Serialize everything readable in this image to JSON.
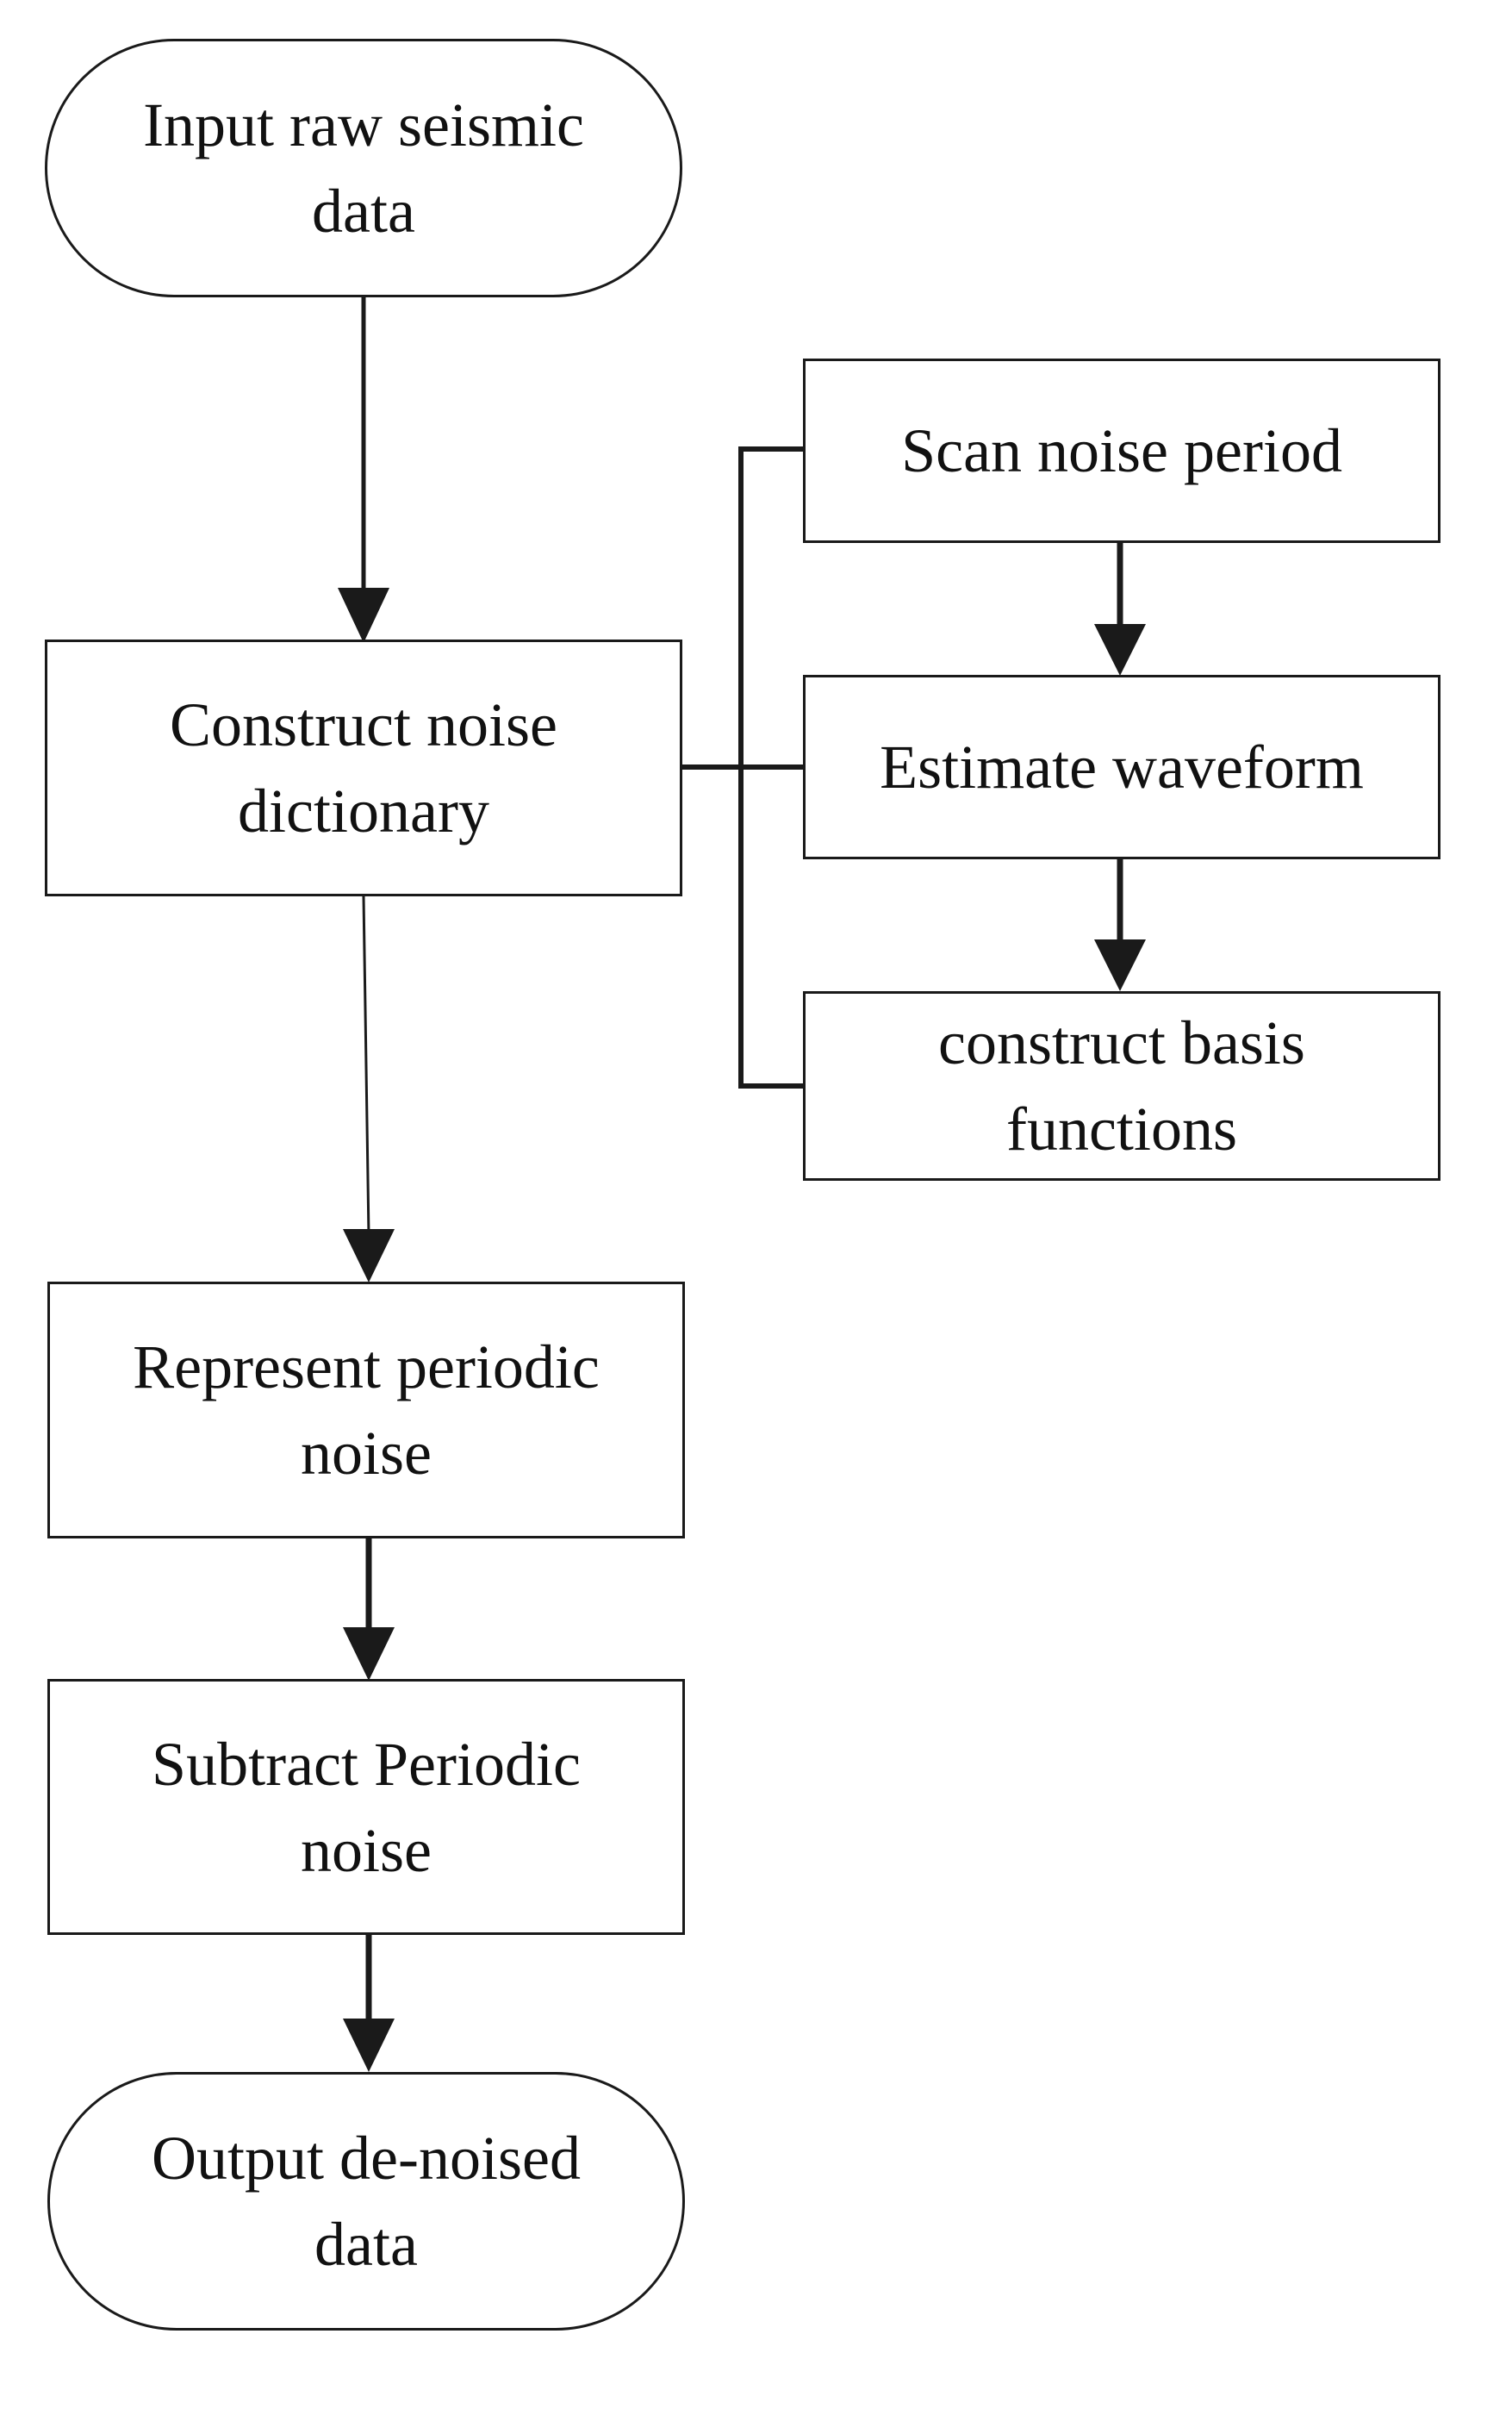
{
  "nodes": {
    "input": {
      "text": "Input raw seismic\ndata"
    },
    "construct_dictionary": {
      "text": "Construct noise\ndictionary"
    },
    "scan_period": {
      "text": "Scan noise period"
    },
    "estimate_waveform": {
      "text": "Estimate waveform"
    },
    "construct_basis": {
      "text": "construct  basis\nfunctions"
    },
    "represent_noise": {
      "text": "Represent periodic\nnoise"
    },
    "subtract_noise": {
      "text": "Subtract Periodic\nnoise"
    },
    "output": {
      "text": "Output de-noised\ndata"
    }
  },
  "edges": [
    {
      "from": "input",
      "to": "construct_dictionary",
      "type": "arrow"
    },
    {
      "from": "construct_dictionary",
      "to": "represent_noise",
      "type": "arrow"
    },
    {
      "from": "represent_noise",
      "to": "subtract_noise",
      "type": "arrow"
    },
    {
      "from": "subtract_noise",
      "to": "output",
      "type": "arrow"
    },
    {
      "from": "scan_period",
      "to": "estimate_waveform",
      "type": "arrow"
    },
    {
      "from": "estimate_waveform",
      "to": "construct_basis",
      "type": "arrow"
    },
    {
      "from": "construct_dictionary",
      "to": [
        "scan_period",
        "estimate_waveform",
        "construct_basis"
      ],
      "type": "bracket-connector"
    }
  ],
  "colors": {
    "stroke": "#1a1a1a",
    "text": "#111111",
    "background": "#ffffff"
  }
}
